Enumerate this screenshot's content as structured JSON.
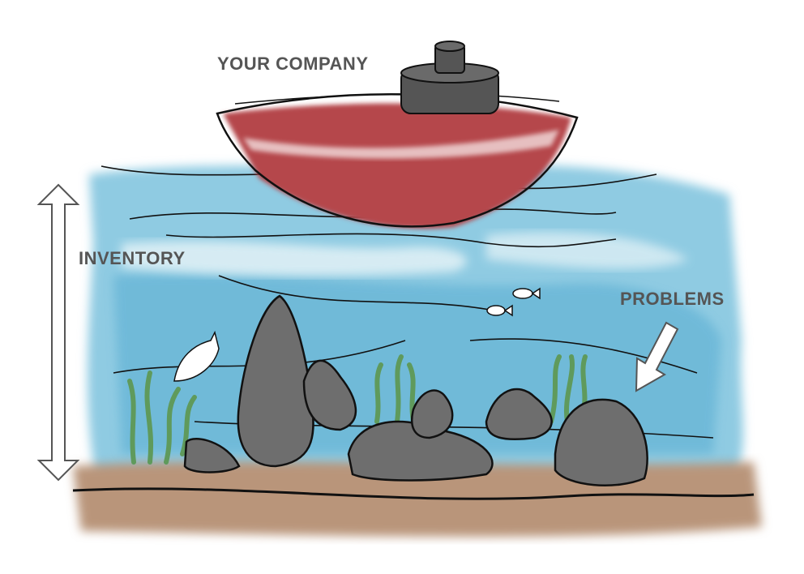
{
  "labels": {
    "company": "YOUR COMPANY",
    "inventory": "INVENTORY",
    "problems": "PROBLEMS"
  },
  "colors": {
    "water": "#8fcbe2",
    "water_dark": "#5fb0d3",
    "sand": "#b9957a",
    "hull": "#b5474b",
    "cabin": "#555555",
    "rock": "#6e6e6e",
    "seaweed": "#5f9a5c",
    "label": "#555555"
  },
  "icons": {
    "boat": "boat-icon",
    "inventory_arrow": "double-arrow-icon",
    "problems_arrow": "arrow-down-icon"
  }
}
